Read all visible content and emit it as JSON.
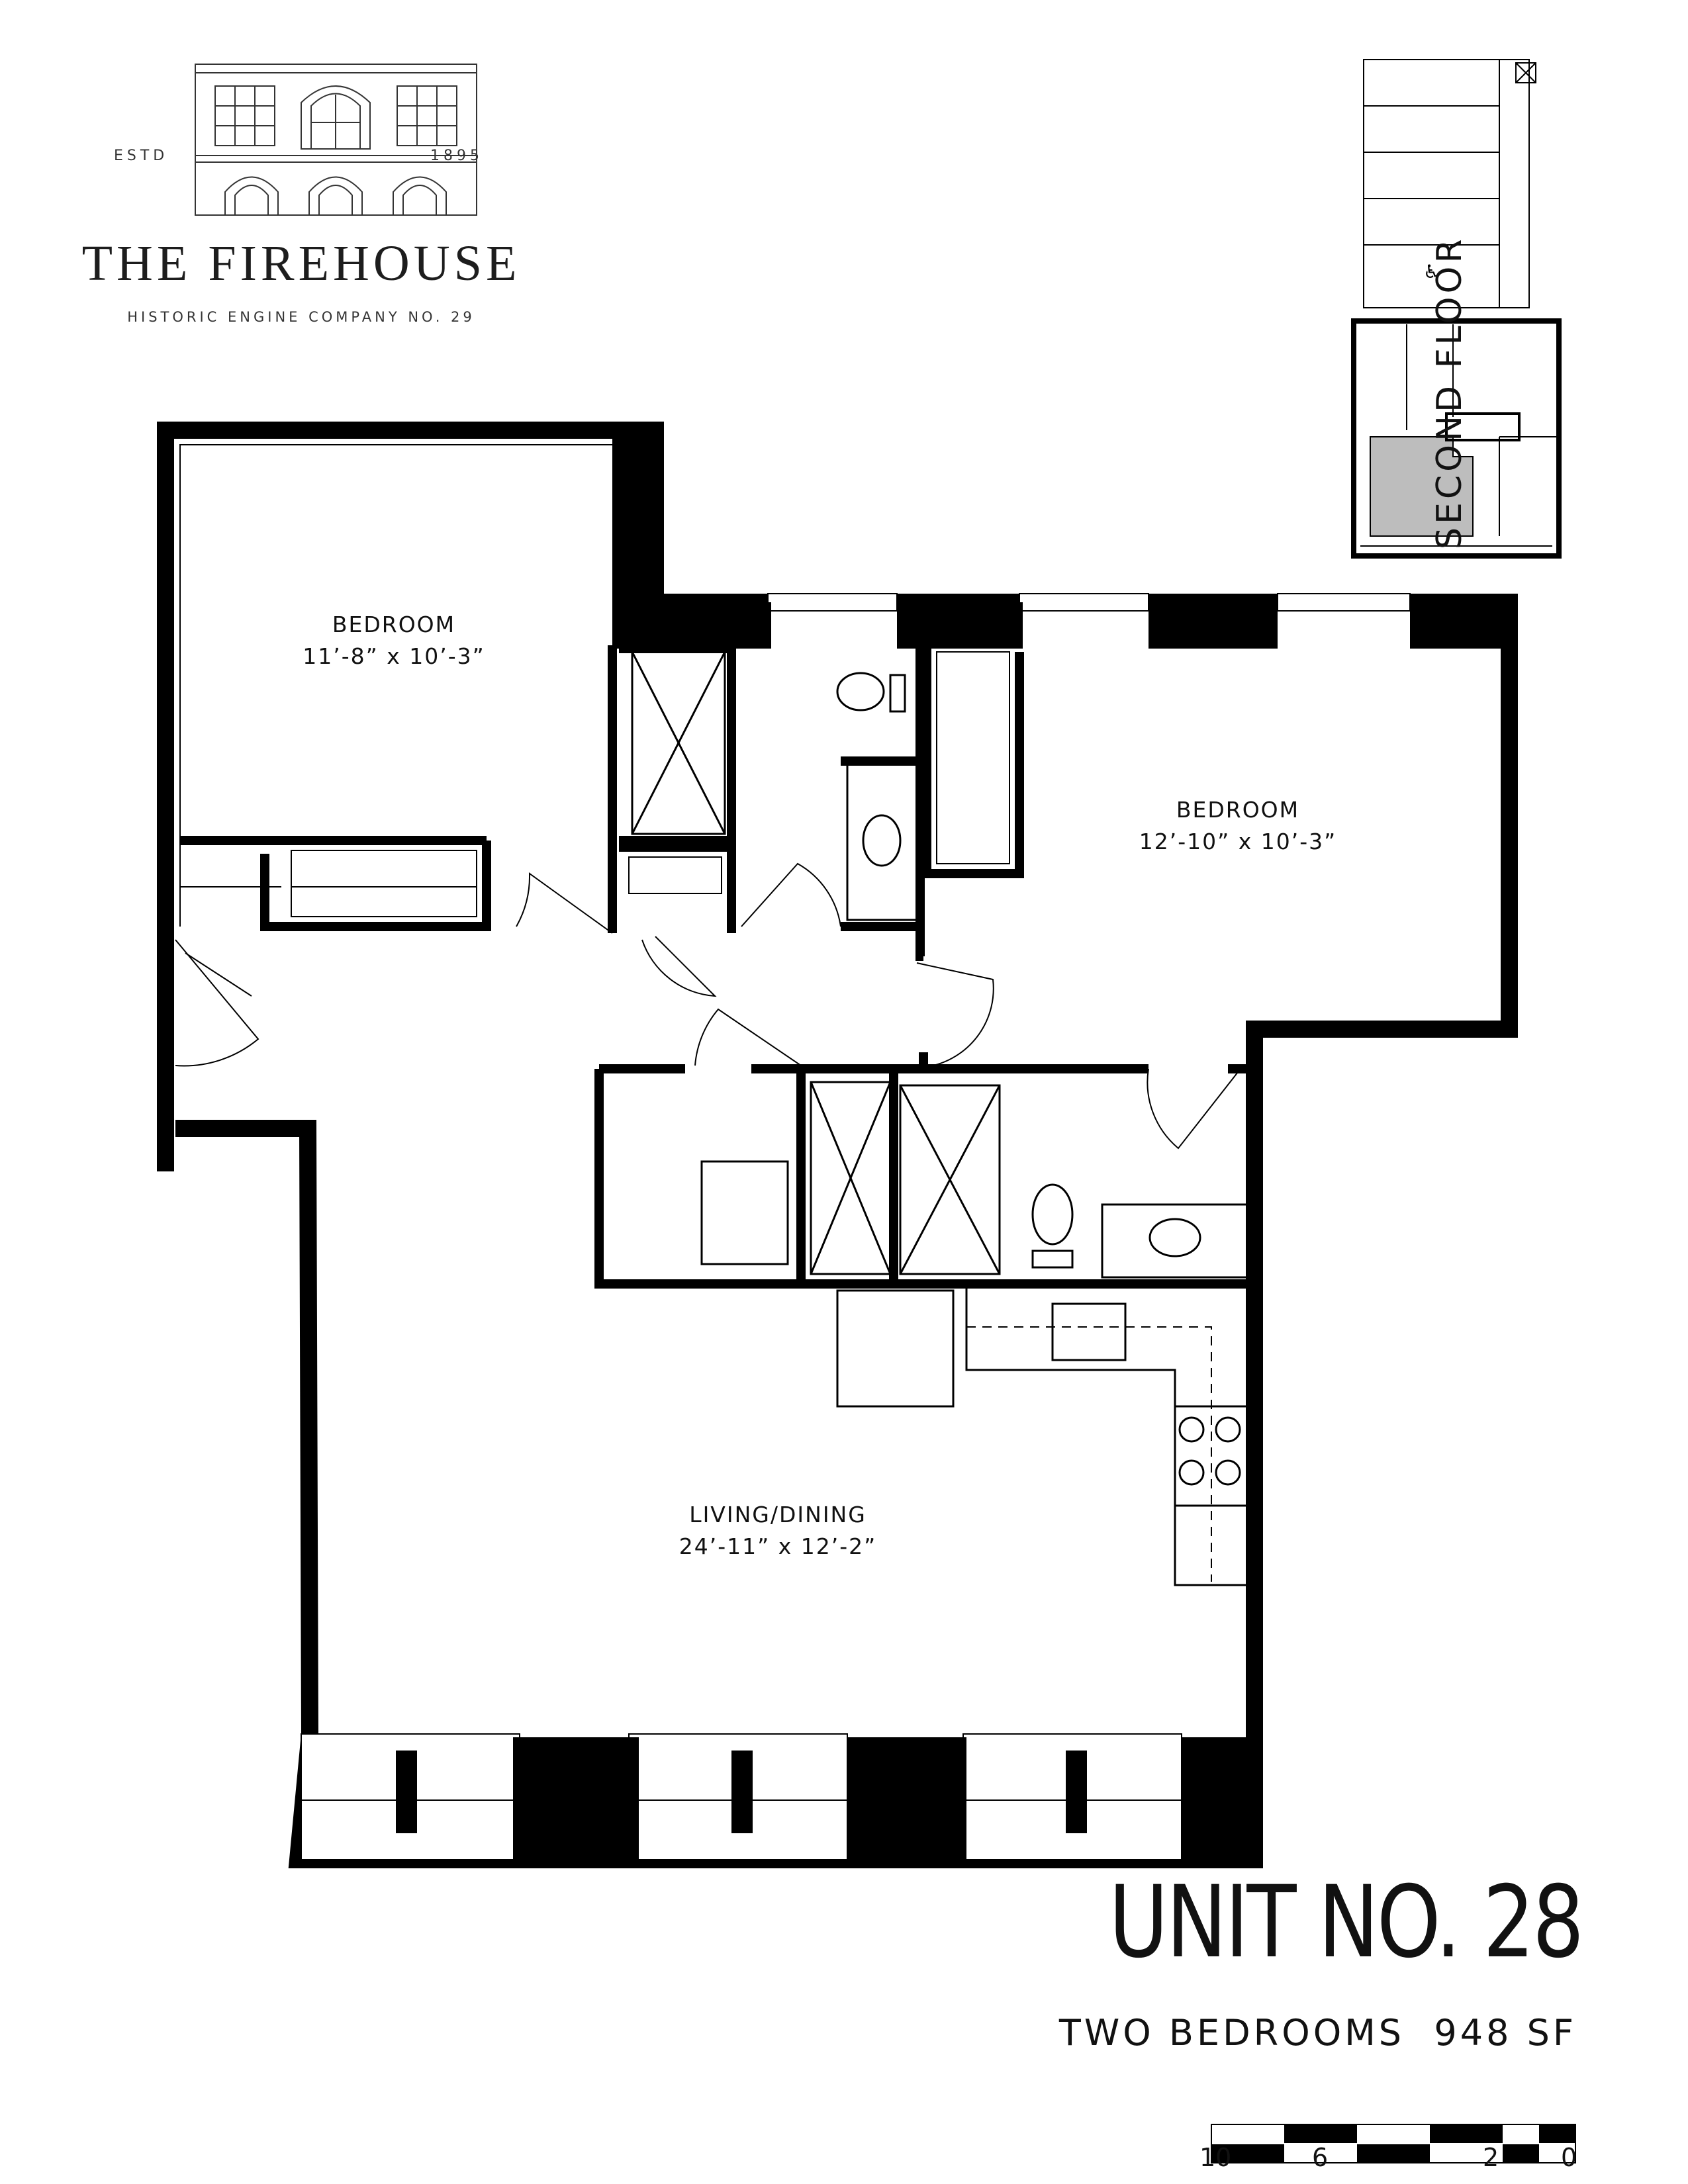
{
  "brand": {
    "estd_label": "ESTD",
    "estd_year": "1895",
    "name": "THE FIREHOUSE",
    "subtitle": "HISTORIC ENGINE COMPANY NO. 29"
  },
  "rooms": [
    {
      "name": "BEDROOM",
      "dims": "11’-8” x 10’-3”"
    },
    {
      "name": "BEDROOM",
      "dims": "12’-10” x 10’-3”"
    },
    {
      "name": "LIVING/DINING",
      "dims": "24’-11” x 12’-2”"
    }
  ],
  "keyplan": {
    "floor_label": "SECOND FLOOR",
    "accessibility_icon": "wheelchair-icon"
  },
  "unit": {
    "title": "UNIT NO. 28",
    "bedrooms": "TWO BEDROOMS",
    "area": "948 SF"
  },
  "scale_bar": {
    "labels": [
      "10",
      "6",
      "2",
      "0"
    ]
  },
  "colors": {
    "wall": "#000000",
    "keyplan_highlight": "#bdbdbd",
    "ink": "#1a1a1a"
  }
}
